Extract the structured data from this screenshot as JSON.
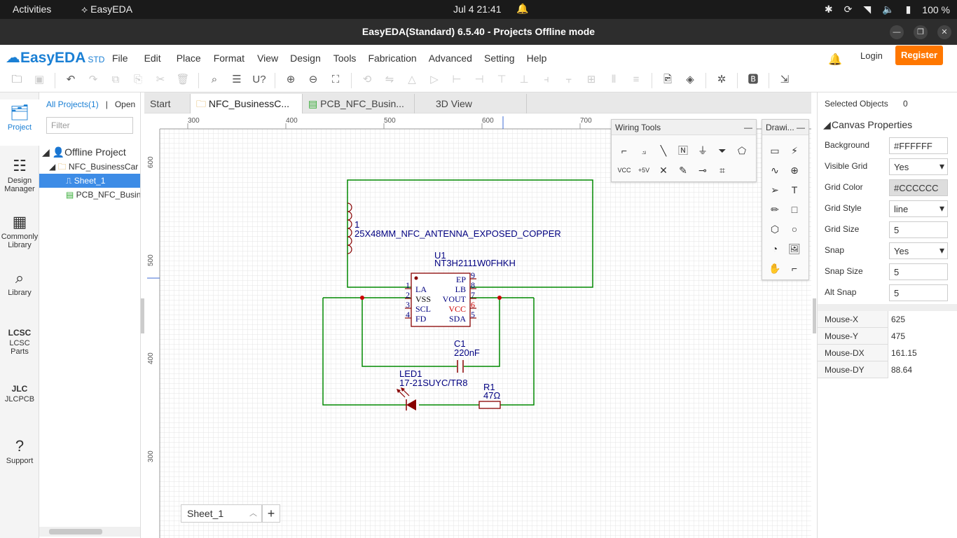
{
  "system": {
    "activities": "Activities",
    "app_name": "EasyEDA",
    "datetime": "Jul 4  21:41",
    "battery": "100 %"
  },
  "window": {
    "title": "EasyEDA(Standard) 6.5.40 - Projects Offline mode"
  },
  "menubar": {
    "logo": "EasyEDA",
    "logo_suffix": "STD",
    "items": [
      "File",
      "Edit",
      "Place",
      "Format",
      "View",
      "Design",
      "Tools",
      "Fabrication",
      "Advanced",
      "Setting",
      "Help"
    ],
    "login": "Login",
    "register": "Register"
  },
  "leftnav": {
    "items": [
      {
        "label": "Project"
      },
      {
        "label": "Design Manager"
      },
      {
        "label": "Commonly Library"
      },
      {
        "label": "Library"
      },
      {
        "label": "LCSC Parts"
      },
      {
        "label": "JLCPCB"
      },
      {
        "label": "Support"
      }
    ]
  },
  "project_tree": {
    "tab_all": "All Projects(1)",
    "tab_sep": "|",
    "tab_open": "Open",
    "filter_placeholder": "Filter",
    "root": "Offline Project",
    "folder": "NFC_BusinessCar",
    "sheet": "Sheet_1",
    "pcb": "PCB_NFC_Busin"
  },
  "doc_tabs": [
    {
      "label": "Start"
    },
    {
      "label": "NFC_BusinessC..."
    },
    {
      "label": "PCB_NFC_Busin..."
    },
    {
      "label": "3D View"
    }
  ],
  "ruler": {
    "top": [
      "300",
      "400",
      "500",
      "600",
      "700"
    ],
    "left": [
      "600",
      "500",
      "400",
      "300"
    ]
  },
  "schematic": {
    "antenna_pin": "1",
    "antenna_name": "25X48MM_NFC_ANTENNA_EXPOSED_COPPER",
    "u1_ref": "U1",
    "u1_part": "NT3H2111W0FHKH",
    "u1_left_pins": [
      {
        "num": "1",
        "name": "LA"
      },
      {
        "num": "2",
        "name": "VSS"
      },
      {
        "num": "3",
        "name": "SCL"
      },
      {
        "num": "4",
        "name": "FD"
      }
    ],
    "u1_right_pins": [
      {
        "num": "9",
        "name": "EP"
      },
      {
        "num": "8",
        "name": "LB"
      },
      {
        "num": "7",
        "name": "VOUT"
      },
      {
        "num": "6",
        "name": "VCC"
      },
      {
        "num": "5",
        "name": "SDA"
      }
    ],
    "c1_ref": "C1",
    "c1_value": "220nF",
    "led_ref": "LED1",
    "led_part": "17-21SUYC/TR8",
    "r1_ref": "R1",
    "r1_value": "47Ω"
  },
  "wiring_tools": {
    "title": "Wiring Tools"
  },
  "drawing_tools": {
    "title": "Drawi..."
  },
  "sheet_tab": {
    "label": "Sheet_1",
    "add": "+"
  },
  "properties": {
    "selected_label": "Selected Objects",
    "selected_count": "0",
    "section": "Canvas Properties",
    "rows": [
      {
        "key": "Background",
        "value": "#FFFFFF"
      },
      {
        "key": "Visible Grid",
        "value": "Yes"
      },
      {
        "key": "Grid Color",
        "value": "#CCCCCC"
      },
      {
        "key": "Grid Style",
        "value": "line"
      },
      {
        "key": "Grid Size",
        "value": "5"
      },
      {
        "key": "Snap",
        "value": "Yes"
      },
      {
        "key": "Snap Size",
        "value": "5"
      },
      {
        "key": "Alt Snap",
        "value": "5"
      }
    ],
    "mouse": [
      {
        "key": "Mouse-X",
        "value": "625"
      },
      {
        "key": "Mouse-Y",
        "value": "475"
      },
      {
        "key": "Mouse-DX",
        "value": "161.15"
      },
      {
        "key": "Mouse-DY",
        "value": "88.64"
      }
    ]
  },
  "colors": {
    "wire": "#008800",
    "component": "#880000",
    "pin_text": "#000080",
    "accent": "#1a7fd4",
    "register": "#ff7700"
  }
}
